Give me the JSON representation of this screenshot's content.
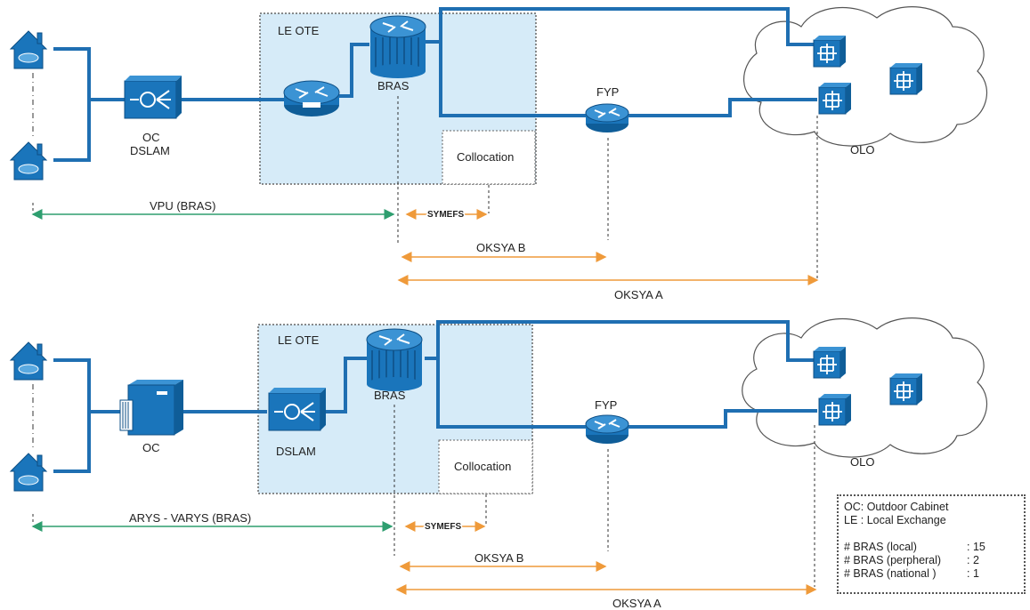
{
  "colors": {
    "link": "#1f6fb2",
    "device": "#1a75bb",
    "box_fill": "#d6ebf8",
    "green_arrow": "#2e9e6f",
    "orange_arrow": "#ef9a3a"
  },
  "top": {
    "le_label": "LE OTE",
    "bras_label": "BRAS",
    "fyp_label": "FYP",
    "collocation_label": "Collocation",
    "olo_label": "OLO",
    "oc_label_line1": "OC",
    "oc_label_line2": "DSLAM",
    "vpu_label": "VPU (BRAS)",
    "symefs_label": "SYMEFS",
    "oksya_b_label": "OKSYA B",
    "oksya_a_label": "OKSYA A"
  },
  "bottom": {
    "le_label": "LE OTE",
    "bras_label": "BRAS",
    "fyp_label": "FYP",
    "collocation_label": "Collocation",
    "olo_label": "OLO",
    "oc_label": "OC",
    "dslam_label": "DSLAM",
    "arys_label": "ARYS - VARYS (BRAS)",
    "symefs_label": "SYMEFS",
    "oksya_b_label": "OKSYA B",
    "oksya_a_label": "OKSYA A"
  },
  "legend": {
    "line1": "OC: Outdoor Cabinet",
    "line2": "LE : Local Exchange",
    "rows": [
      {
        "key": "# BRAS (local)",
        "value": ": 15"
      },
      {
        "key": "# BRAS (perpheral)",
        "value": ": 2"
      },
      {
        "key": "# BRAS (national )",
        "value": ": 1"
      }
    ]
  },
  "icons": {
    "house": "house-icon",
    "dslam": "dslam-icon",
    "router": "router-icon",
    "bras": "bras-icon",
    "switch": "switch-icon",
    "cabinet": "cabinet-icon",
    "cloud": "cloud-icon"
  }
}
